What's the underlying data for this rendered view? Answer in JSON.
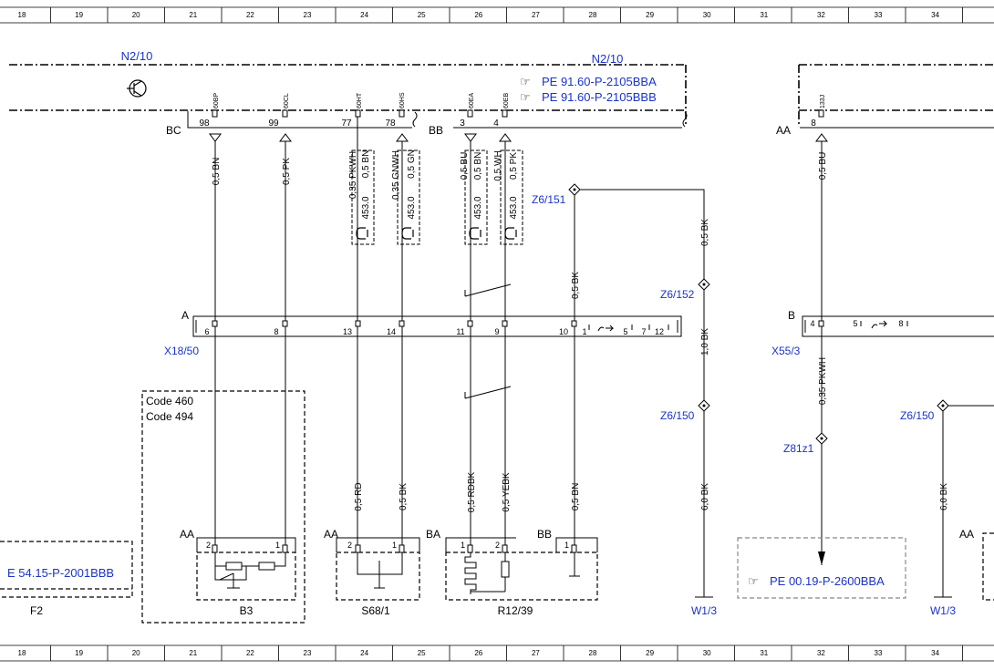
{
  "grid_columns": [
    "18",
    "19",
    "20",
    "21",
    "22",
    "23",
    "24",
    "25",
    "26",
    "27",
    "28",
    "29",
    "30",
    "31",
    "32",
    "33",
    "34"
  ],
  "components": {
    "n2_10_left": "N2/10",
    "n2_10_right": "N2/10",
    "pe_ref_1": "PE 91.60-P-2105BBA",
    "pe_ref_2": "PE 91.60-P-2105BBB",
    "pe_ref_3": "PE 00.19-P-2600BBA",
    "pe_ref_4": "E 54.15-P-2001BBB",
    "z6_151": "Z6/151",
    "z6_152": "Z6/152",
    "z6_150_a": "Z6/150",
    "z6_150_b": "Z6/150",
    "z81z1": "Z81z1",
    "x18_50": "X18/50",
    "x55_3": "X55/3",
    "w1_3_a": "W1/3",
    "w1_3_b": "W1/3",
    "b3": "B3",
    "s68_1": "S68/1",
    "r12_39": "R12/39",
    "f2": "F2",
    "code_460": "Code 460",
    "code_494": "Code 494"
  },
  "connectors": {
    "bc": "BC",
    "bb": "BB",
    "aa_top": "AA",
    "a": "A",
    "b": "B",
    "aa_b3": "AA",
    "aa_s68": "AA",
    "ba_r12": "BA",
    "bb_r12": "BB",
    "aa_right": "AA"
  },
  "pins": {
    "p98": "98",
    "p99": "99",
    "p77": "77",
    "p78": "78",
    "p3": "3",
    "p4": "4",
    "p8": "8",
    "a6": "6",
    "a8": "8",
    "a13": "13",
    "a14": "14",
    "a11": "11",
    "a9": "9",
    "a10": "10",
    "a1": "1",
    "a5": "5",
    "a7": "7",
    "a12": "12",
    "b4": "4",
    "b5": "5",
    "b8": "8",
    "b3_2": "2",
    "b3_1": "1",
    "s_2": "2",
    "s_1": "1",
    "r_1": "1",
    "r_2": "2",
    "bb_1": "1"
  },
  "pin_codes": {
    "c98": "60BP",
    "c99": "60CL",
    "c77": "60HT",
    "c78": "60HS",
    "c3": "60EA",
    "c4": "60EB",
    "c8": "133J"
  },
  "wires": {
    "w1a": "0,5 BN",
    "w2a": "0,5 PK",
    "w3a": "0,35 PKWH",
    "w3b": "0,5 BN",
    "w4a": "0,35 GNWH",
    "w4b": "0,5 GN",
    "w5a": "0,5 BU",
    "w5b": "0,5 BN",
    "w6a": "0,5 WH",
    "w6b": "0,5 PK",
    "w7": "0,5 BK",
    "w8": "0,5 BK",
    "w9": "1,0 BK",
    "w10": "6,0 BK",
    "w11": "0,5 BU",
    "w12": "0,35 PKWH",
    "w13": "6,0 BK",
    "b1": "0,5 RD",
    "b2": "0,5 BK",
    "b3": "0,5 RDBK",
    "b4": "0,5 YEBK",
    "b5": "0,5 BN",
    "s1": "453.0",
    "s2": "453.0",
    "s3": "453.0",
    "s4": "453.0"
  }
}
